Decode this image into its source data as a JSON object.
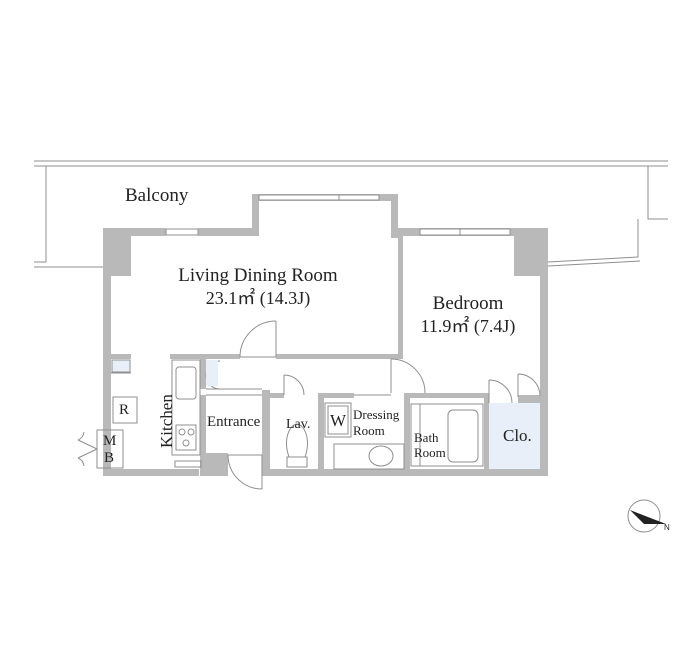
{
  "labels": {
    "balcony": "Balcony",
    "living_name": "Living Dining Room",
    "living_area": "23.1㎡ (14.3J)",
    "bedroom_name": "Bedroom",
    "bedroom_area": "11.9㎡ (7.4J)",
    "kitchen": "Kitchen",
    "entrance": "Entrance",
    "lav": "Lav.",
    "wash": "W",
    "dressing_1": "Dressing",
    "dressing_2": "Room",
    "bath_1": "Bath",
    "bath_2": "Room",
    "closet": "Clo.",
    "fridge": "R",
    "mb_1": "M",
    "mb_2": "B"
  },
  "colors": {
    "wall": "#b9b9b9",
    "line": "#8f8f8f",
    "closet_fill": "#e9eff8"
  },
  "icons": [
    "compass-icon"
  ]
}
